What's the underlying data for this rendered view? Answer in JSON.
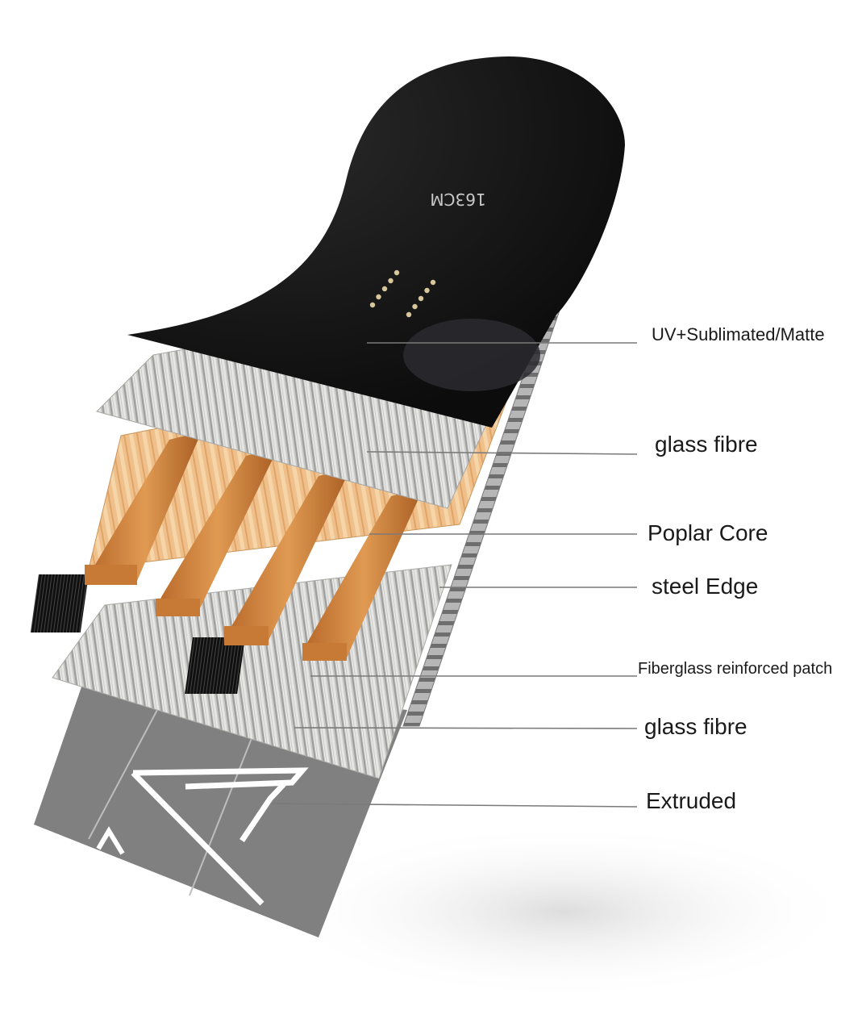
{
  "board": {
    "topsheet_print": "163CM",
    "insert_count_per_row": 5
  },
  "layers": [
    {
      "id": "topsheet",
      "label": "UV+Sublimated/Matte"
    },
    {
      "id": "glass-fibre-top",
      "label": "glass fibre"
    },
    {
      "id": "poplar-core",
      "label": "Poplar Core"
    },
    {
      "id": "steel-edge",
      "label": "steel Edge"
    },
    {
      "id": "reinforced-patch",
      "label": "Fiberglass reinforced patch"
    },
    {
      "id": "glass-fibre-bottom",
      "label": "glass fibre"
    },
    {
      "id": "base",
      "label": "Extruded"
    }
  ],
  "colors": {
    "topsheet": "#121212",
    "fiberglass": "#bdbdbb",
    "wood": "#e6b27a",
    "stringer": "#c77a35",
    "base": "#808080",
    "edge": "#9a9a9a",
    "leader": "#7a7a7a"
  }
}
